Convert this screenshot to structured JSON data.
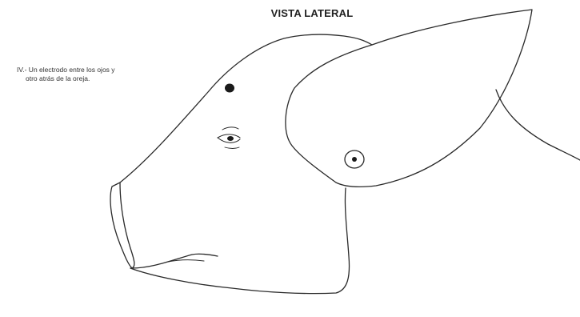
{
  "title": "VISTA LATERAL",
  "caption": {
    "line1": "IV.- Un electrodo entre los ojos y",
    "line2": "otro atrás de la oreja."
  },
  "colors": {
    "line": "#2a2a2a",
    "electrode": "#1a1a1a",
    "background": "#ffffff"
  }
}
